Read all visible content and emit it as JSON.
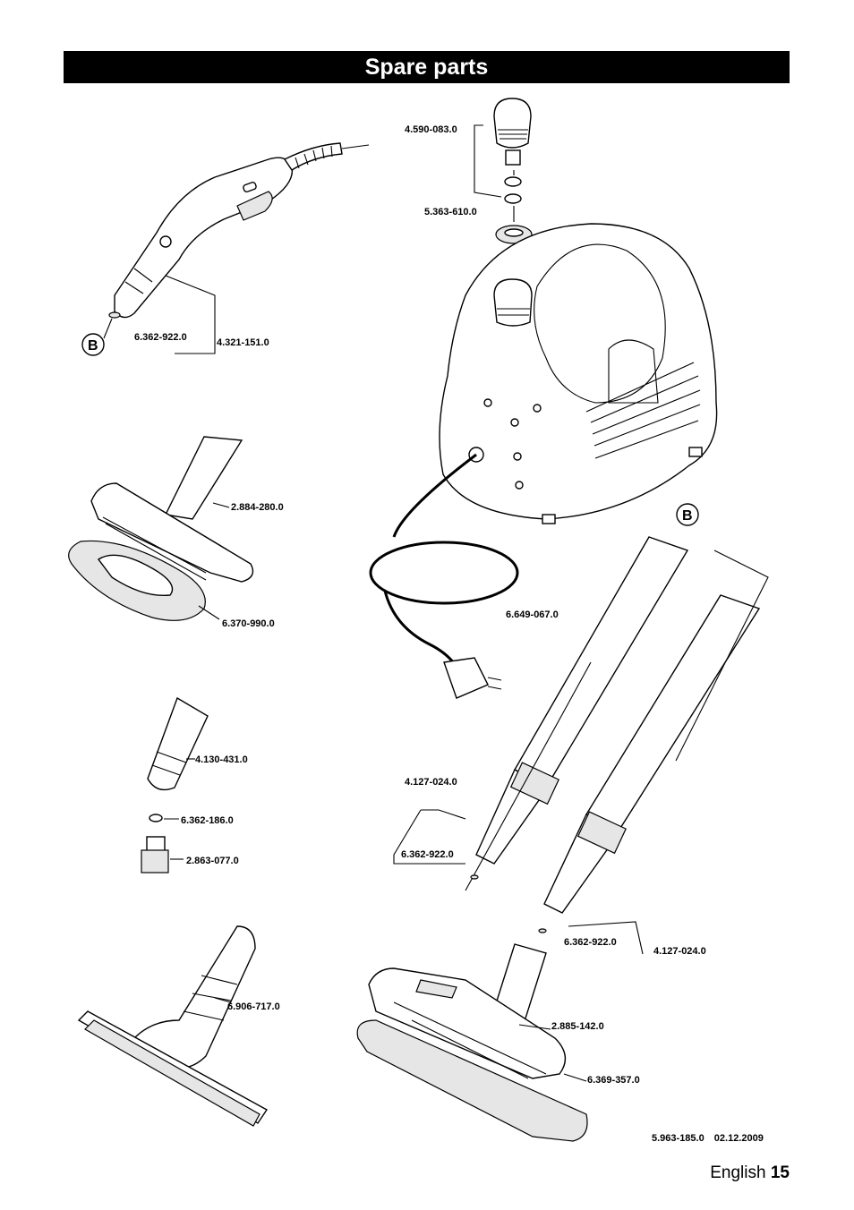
{
  "header": {
    "title": "Spare parts"
  },
  "labels": {
    "p_4590_083": "4.590-083.0",
    "p_5363_610": "5.363-610.0",
    "p_6362_922_a": "6.362-922.0",
    "p_4321_151": "4.321-151.0",
    "p_2884_280": "2.884-280.0",
    "p_6370_990": "6.370-990.0",
    "p_6649_067": "6.649-067.0",
    "p_4130_431": "4.130-431.0",
    "p_6362_186": "6.362-186.0",
    "p_2863_077": "2.863-077.0",
    "p_4127_024_a": "4.127-024.0",
    "p_6362_922_b": "6.362-922.0",
    "p_6362_922_c": "6.362-922.0",
    "p_4127_024_b": "4.127-024.0",
    "p_6906_717": "6.906-717.0",
    "p_2885_142": "2.885-142.0",
    "p_6369_357": "6.369-357.0",
    "marker_b": "B"
  },
  "footer": {
    "doc_number": "5.963-185.0",
    "date": "02.12.2009",
    "language": "English",
    "page": "15"
  }
}
